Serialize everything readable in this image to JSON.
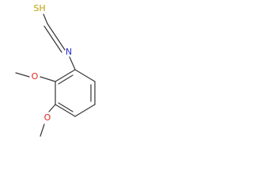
{
  "structure": {
    "atoms": {
      "thiol": {
        "label": "SH",
        "color": "#b8a000"
      },
      "nitrogen": {
        "label": "N",
        "color": "#2b2bd6"
      },
      "oxygen_upper": {
        "label": "O",
        "color": "#e0281e"
      },
      "oxygen_lower": {
        "label": "O",
        "color": "#e0281e"
      }
    },
    "colors": {
      "bond": "#3a3a3a",
      "background": "#ffffff"
    }
  }
}
